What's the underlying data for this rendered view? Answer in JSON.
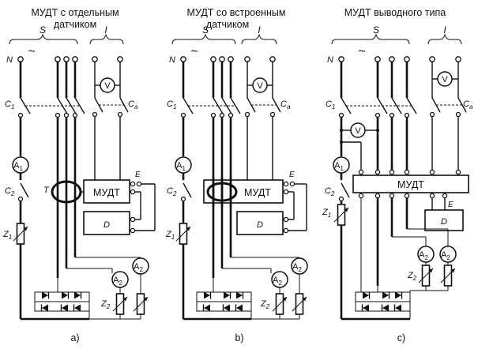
{
  "panels": [
    {
      "id": "a",
      "title_line1": "МУДТ с отдельным",
      "title_line2": "датчиком",
      "caption": "а)"
    },
    {
      "id": "b",
      "title_line1": "МУДТ со встроенным",
      "title_line2": "датчиком",
      "caption": "b)"
    },
    {
      "id": "c",
      "title_line1": "МУДТ выводного типа",
      "title_line2": "",
      "caption": "c)"
    }
  ],
  "labels": {
    "supply_s": "S",
    "supply_i": "I",
    "ac": "~",
    "neutral": "N",
    "breaker_c1": "C",
    "breaker_c1_sub": "1",
    "breaker_ca": "C",
    "breaker_ca_sub": "a",
    "breaker_c2": "C",
    "breaker_c2_sub": "2",
    "ammeter": "A",
    "ammeter1_sub": "1",
    "ammeter2_sub": "2",
    "voltmeter": "V",
    "load_z": "Z",
    "load_z1_sub": "1",
    "load_z2_sub": "2",
    "device": "МУДТ",
    "terminal_e": "E",
    "transformer_t": "T",
    "display_d": "D"
  }
}
